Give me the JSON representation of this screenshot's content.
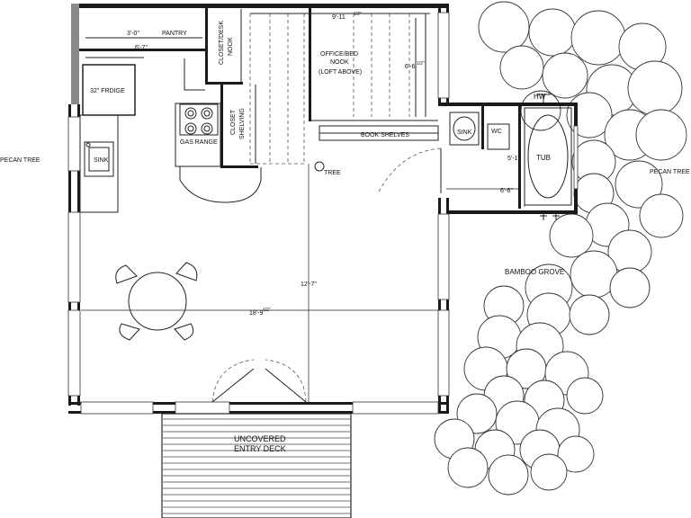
{
  "labels": {
    "pantry": "PANTRY",
    "pantry_w": "3'-0\"",
    "pantry_d": "6'-7\"",
    "fridge": "32\" FRDIGE",
    "closet_desk_1": "CLOSET/DESK",
    "closet_desk_2": "NOOK",
    "closet_shelving_1": "CLOSET",
    "closet_shelving_2": "SHELVING",
    "gas_range": "GAS RANGE",
    "sink_kitchen": "SINK",
    "office_1": "OFFICE/BED",
    "office_2": "NOOK",
    "office_3": "(LOFT ABOVE)",
    "office_w": "9'-11",
    "office_w_frac": "1/2\"",
    "office_d": "6'-6",
    "office_d_frac": "1/2\"",
    "book_shelves": "BOOK SHELVES",
    "tree_inside": "TREE",
    "hw": "HW",
    "sink_bath": "SINK",
    "wc": "WC",
    "tub": "TUB",
    "bath_d": "5'-1\"",
    "bath_w": "6'-6\"",
    "pecan_left": "PECAN TREE",
    "pecan_right": "PECAN TREE",
    "bamboo": "BAMBOO GROVE",
    "room_w": "18'-9",
    "room_w_frac": "1/2\"",
    "room_d": "12'-7\"",
    "deck_1": "UNCOVERED",
    "deck_2": "ENTRY DECK"
  }
}
